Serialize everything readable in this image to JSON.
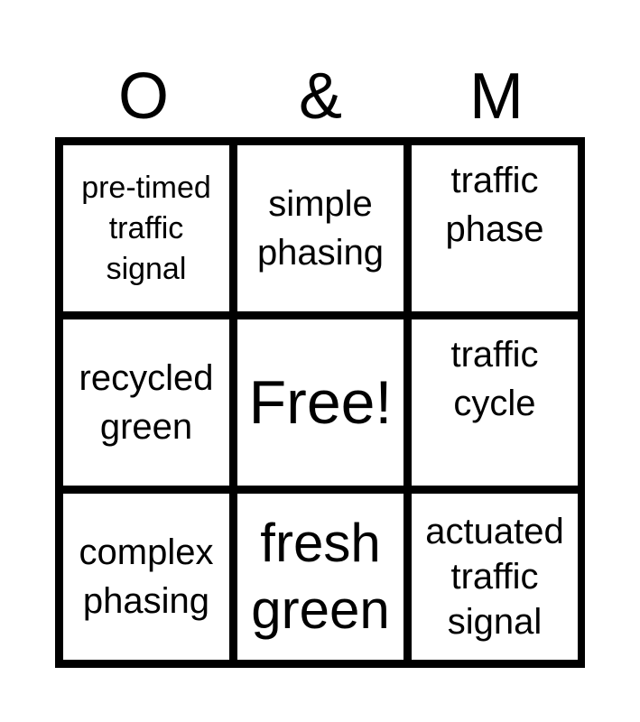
{
  "header": [
    "O",
    "&",
    "M"
  ],
  "cells": [
    "pre-timed\ntraffic\nsignal",
    "simple\nphasing",
    "traffic\nphase",
    "recycled\ngreen",
    "Free!",
    "traffic\ncycle",
    "complex\nphasing",
    "fresh\ngreen",
    "actuated\ntraffic\nsignal"
  ]
}
